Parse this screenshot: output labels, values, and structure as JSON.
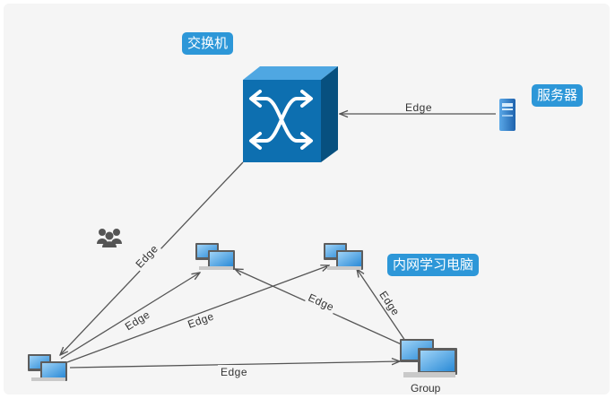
{
  "badges": {
    "switch": "交换机",
    "server": "服务器",
    "intranet": "内网学习电脑"
  },
  "edges": {
    "server_to_switch": "Edge",
    "switch_to_pc": "Edge",
    "pc_to_pc_mid": "Edge",
    "pc_to_pc_right": "Edge",
    "pc_to_group_bottom": "Edge",
    "group_to_pc_mid": "Edge",
    "group_to_pc_right": "Edge"
  },
  "nodes": {
    "group": "Group"
  },
  "colors": {
    "badge": "#2d97d8",
    "switch_face": "#0d6fb0",
    "edge": "#555555",
    "server": "#2b7bc9"
  }
}
